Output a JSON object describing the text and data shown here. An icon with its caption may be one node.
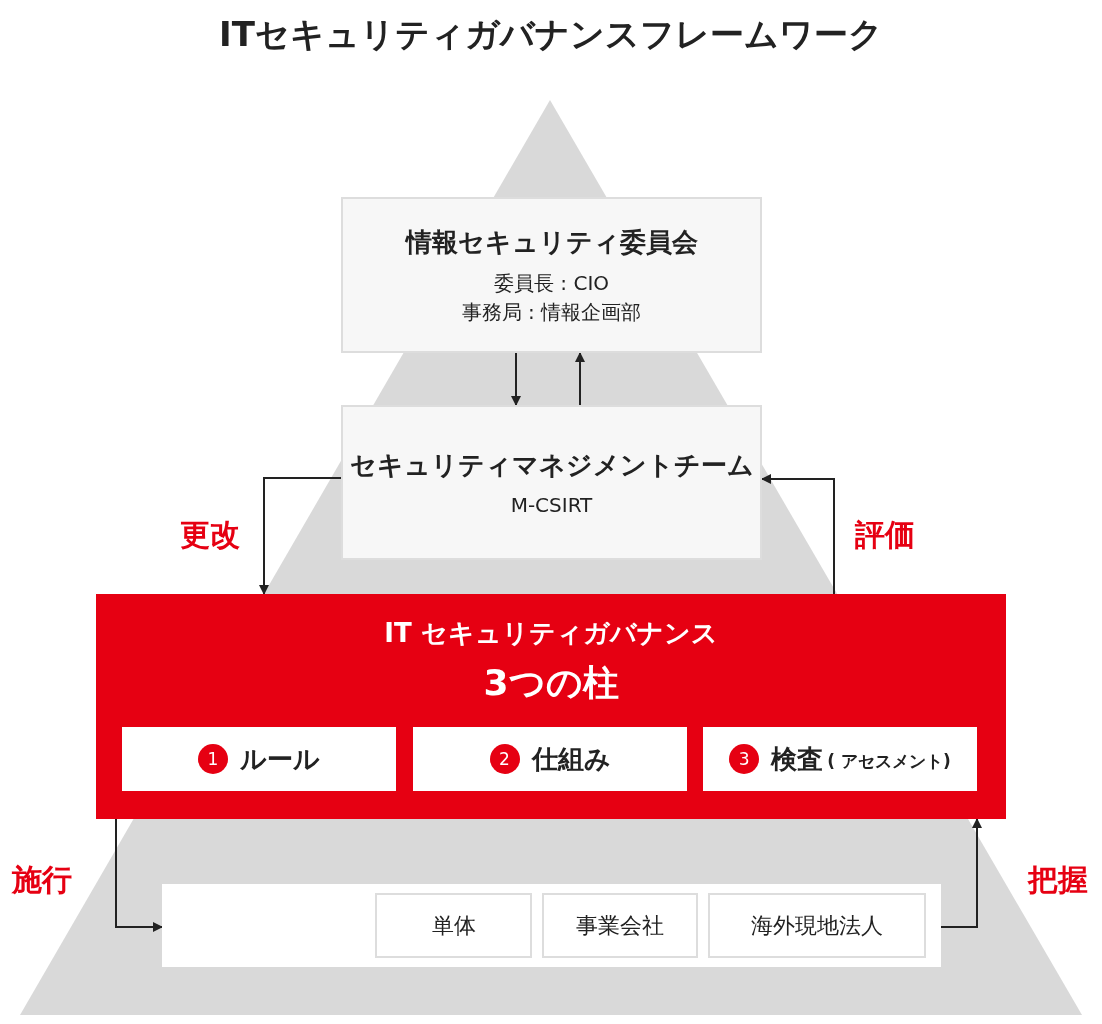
{
  "diagram": {
    "title": "ITセキュリティガバナンスフレームワーク",
    "nodes": [
      {
        "text": [
          "情報セキュリティ委員会",
          "委員長 : CIO",
          "事務局 : 情報企画部"
        ]
      },
      {
        "text": [
          "セキュリティマネジメントチーム",
          "M-CSIRT"
        ]
      },
      {
        "text": [
          "IT セキュリティガバナンス",
          "3つの柱"
        ]
      },
      {
        "text": [
          "1",
          "ルール"
        ],
        "in": 2
      },
      {
        "text": [
          "2",
          "仕組み"
        ],
        "in": 2
      },
      {
        "text": [
          "3",
          "検査",
          "( アセスメント)"
        ],
        "in": 2
      },
      {
        "text": [],
        "shape": "box"
      },
      {
        "text": [
          "単体"
        ],
        "in": 6
      },
      {
        "text": [
          "事業会社"
        ],
        "in": 6
      },
      {
        "text": [
          "海外現地法人"
        ],
        "in": 6
      }
    ],
    "edges": [
      {
        "from": 0,
        "to": 1,
        "arrow": "to"
      },
      {
        "from": 1,
        "to": 0,
        "arrow": "to"
      },
      {
        "from": 1,
        "to": 2,
        "arrow": "to",
        "label": "更改"
      },
      {
        "from": 2,
        "to": 1,
        "arrow": "to",
        "label": "評価"
      },
      {
        "from": 2,
        "to": 6,
        "arrow": "to",
        "label": "施行"
      },
      {
        "from": 6,
        "to": 2,
        "arrow": "to",
        "label": "把握"
      }
    ]
  }
}
